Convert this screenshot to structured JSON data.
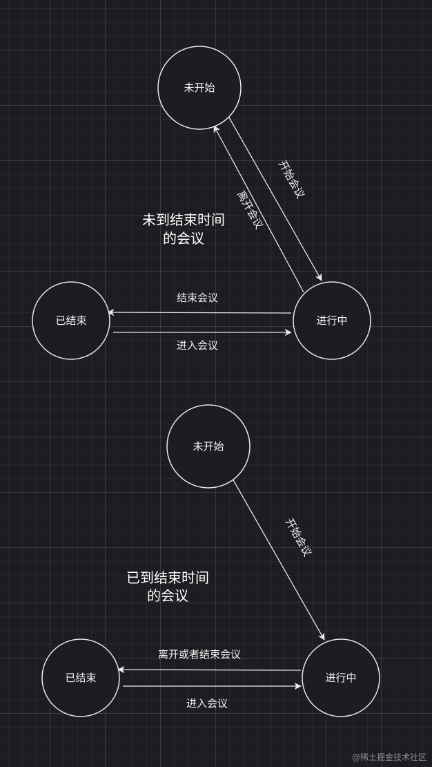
{
  "diagram_top": {
    "states": {
      "not_started": "未开始",
      "in_progress": "进行中",
      "ended": "已结束"
    },
    "transitions": {
      "start_meeting": "开始会议",
      "leave_meeting": "离开会议",
      "end_meeting": "结束会议",
      "enter_meeting": "进入会议"
    },
    "note_line1": "未到结束时间",
    "note_line2": "的会议"
  },
  "diagram_bottom": {
    "states": {
      "not_started": "未开始",
      "in_progress": "进行中",
      "ended": "已结束"
    },
    "transitions": {
      "start_meeting": "开始会议",
      "leave_or_end_meeting": "离开或者结束会议",
      "enter_meeting": "进入会议"
    },
    "note_line1": "已到结束时间",
    "note_line2": "的会议"
  },
  "watermark": "@稀土掘金技术社区",
  "colors": {
    "background": "#1d1c21",
    "stroke": "#e8e8e8",
    "text": "#f4f4f4"
  }
}
